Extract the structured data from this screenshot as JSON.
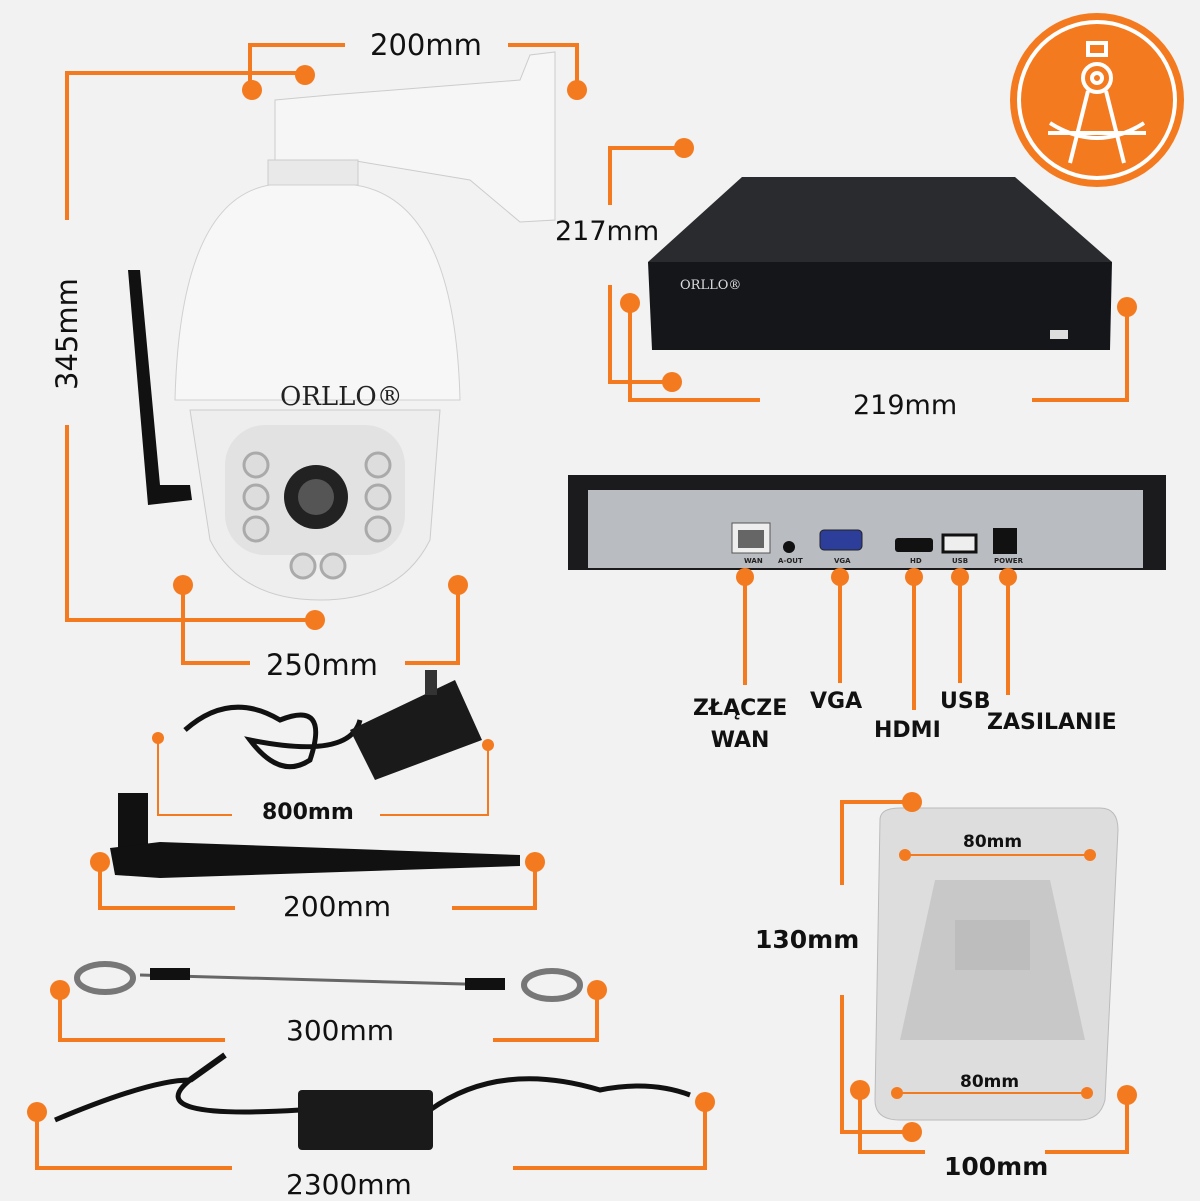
{
  "colors": {
    "accent": "#f47a1f",
    "nvr": "#1e1f22",
    "camera": "#f4f4f4"
  },
  "brand": {
    "camera_logo": "ORLLO®",
    "nvr_logo": "ORLLO®"
  },
  "badge_icon": "drafting-compass-icon",
  "dimensions": {
    "camera_width_top": "200mm",
    "camera_height": "345mm",
    "camera_width_bottom": "250mm",
    "nvr_depth": "217mm",
    "nvr_width": "219mm",
    "adapter_cable": "800mm",
    "antenna": "200mm",
    "safety_cable": "300mm",
    "power_cable": "2300mm",
    "bracket_height": "130mm",
    "bracket_width": "100mm",
    "bracket_holes_top": "80mm",
    "bracket_holes_bottom": "80mm"
  },
  "ports": {
    "wan": "WAN",
    "aout": "A-OUT",
    "vga": "VGA",
    "hd": "HD",
    "usb": "USB",
    "power": "POWER"
  },
  "connectors": {
    "wan": "ZŁĄCZE\nWAN",
    "vga": "VGA",
    "hdmi": "HDMI",
    "usb": "USB",
    "power": "ZASILANIE"
  }
}
